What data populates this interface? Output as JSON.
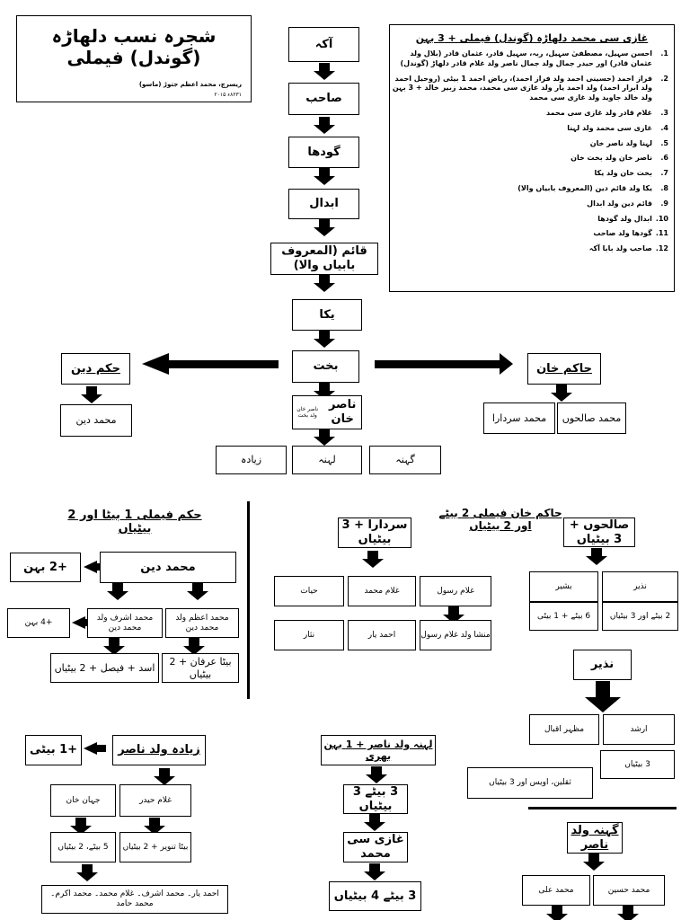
{
  "title": {
    "main": "شجرہ نسب دلھاڑہ (گوندل) فیملی",
    "author": "ریسرچ، محمد اعظم جتوڑ (ماسو)",
    "date": "۸۲۳۱ء ۲۰۱۵"
  },
  "legend": {
    "title": "غازی سی محمد دلھاڑہ (گوندل) فیملی + 3 بہن",
    "items": [
      {
        "num": "1.",
        "text": "احسن سہیل، مصطفیٰ سہیل، ربہ، سہیل قادر، عثمان قادر (بلال ولد عثمان قادر) اور حیدر جمال ولد جمال ناصر ولد غلام قادر دلھاڑ (گوندل)"
      },
      {
        "num": "2.",
        "text": "فراز احمد (حسینی احمد ولد فراز احمد)، ریاض احمد 1 بیٹی (روحیل احمد ولد ابرار احمد) ولد احمد یار ولد غازی سی محمد، محمد زبیر خالد + 3 بہن ولد خالد جاوید ولد غازی سی محمد"
      },
      {
        "num": "3.",
        "text": "غلام قادر ولد غازی سی محمد"
      },
      {
        "num": "4.",
        "text": "غازی سی محمد ولد لہنا"
      },
      {
        "num": "5.",
        "text": "لہنا ولد ناصر خان"
      },
      {
        "num": "6.",
        "text": "ناصر خان ولد بخت خان"
      },
      {
        "num": "7.",
        "text": "بخت خان ولد یکا"
      },
      {
        "num": "8.",
        "text": "یکا ولد قائم دین (المعروف بابیاں والا)"
      },
      {
        "num": "9.",
        "text": "قائم دین ولد ابدال"
      },
      {
        "num": "10.",
        "text": "ابدال ولد گودھا"
      },
      {
        "num": "11.",
        "text": "گودھا ولد صاحب"
      },
      {
        "num": "12.",
        "text": "صاحب ولد بابا آکہ"
      }
    ]
  },
  "spine": [
    "آکہ",
    "صاحب",
    "گودھا",
    "ابدال",
    "قائم (المعروف بابیاں والا)",
    "یکا",
    "بخت",
    "ناصر خان"
  ],
  "nasir_note": "ناصر خان ولد بخت",
  "hakam_din": {
    "label": "حکم دین",
    "child": "محمد دین"
  },
  "hakam_khan": {
    "label": "حاکم خان",
    "children": [
      "محمد صالحوں",
      "محمد سردارا"
    ]
  },
  "nasir_children": [
    "گہنہ",
    "لہنہ",
    "زیادہ"
  ],
  "section_hakam": {
    "title": "حکم فیملی 1 بیٹا اور 2 بیٹیاں",
    "muhammad_din": "محمد دین",
    "sisters2": "+2 بہن",
    "sisters4": "+4 بہن",
    "sons": [
      "محمد اعظم ولد محمد دین",
      "محمد اشرف ولد محمد دین"
    ],
    "grand": [
      "بیٹا عرفان + 2 بیٹیاں",
      "اسد + فیصل + 2 بیٹیاں"
    ]
  },
  "section_hakam_khan": {
    "title": "حاکم خان فیملی 2 بیٹے اور 2 بیٹیاں",
    "sardara": "سردارا + 3 بیٹیاں",
    "sardara_children": [
      "غلام رسول",
      "غلام محمد",
      "حیات",
      "احمد یار",
      "نثار"
    ],
    "ghulam_rasool_son": "منشا ولد غلام رسول",
    "salho": "صالحوں + 3 بیٹیاں",
    "salho_children": [
      "نذیر",
      "بشیر"
    ],
    "salho_grand": [
      "2 بیٹے اور 3 بیٹیاں",
      "6 بیٹے + 1 بیٹی"
    ],
    "nazir": "نذیر",
    "nazir_children": [
      "ارشد",
      "مظہر اقبال"
    ],
    "nazir_grand": [
      "3 بیٹیاں",
      "ثقلین، اویس اور 3 بیٹیاں"
    ]
  },
  "section_zyada": {
    "title": "زیادہ ولد ناصر",
    "daughter": "+1 بیٹی",
    "children": [
      "غلام حیدر",
      "جہان خان"
    ],
    "grand": [
      "بیٹا تنویر + 2 بیٹیاں",
      "5 بیٹے، 2 بیٹیاں"
    ],
    "great": "احمد یار۔ محمد اشرف۔ غلام محمد۔ محمد اکرم۔ محمد حامد"
  },
  "section_lehna": {
    "title": "لہنہ ولد ناصر + 1 بہن بھری",
    "line": [
      "3 بیٹے 3 بیٹیاں",
      "غازی سی محمد",
      "3 بیٹے 4 بیٹیاں"
    ]
  },
  "section_gehna": {
    "title": "گہنہ ولد ناصر",
    "children": [
      "محمد حسین",
      "محمد علی"
    ]
  }
}
